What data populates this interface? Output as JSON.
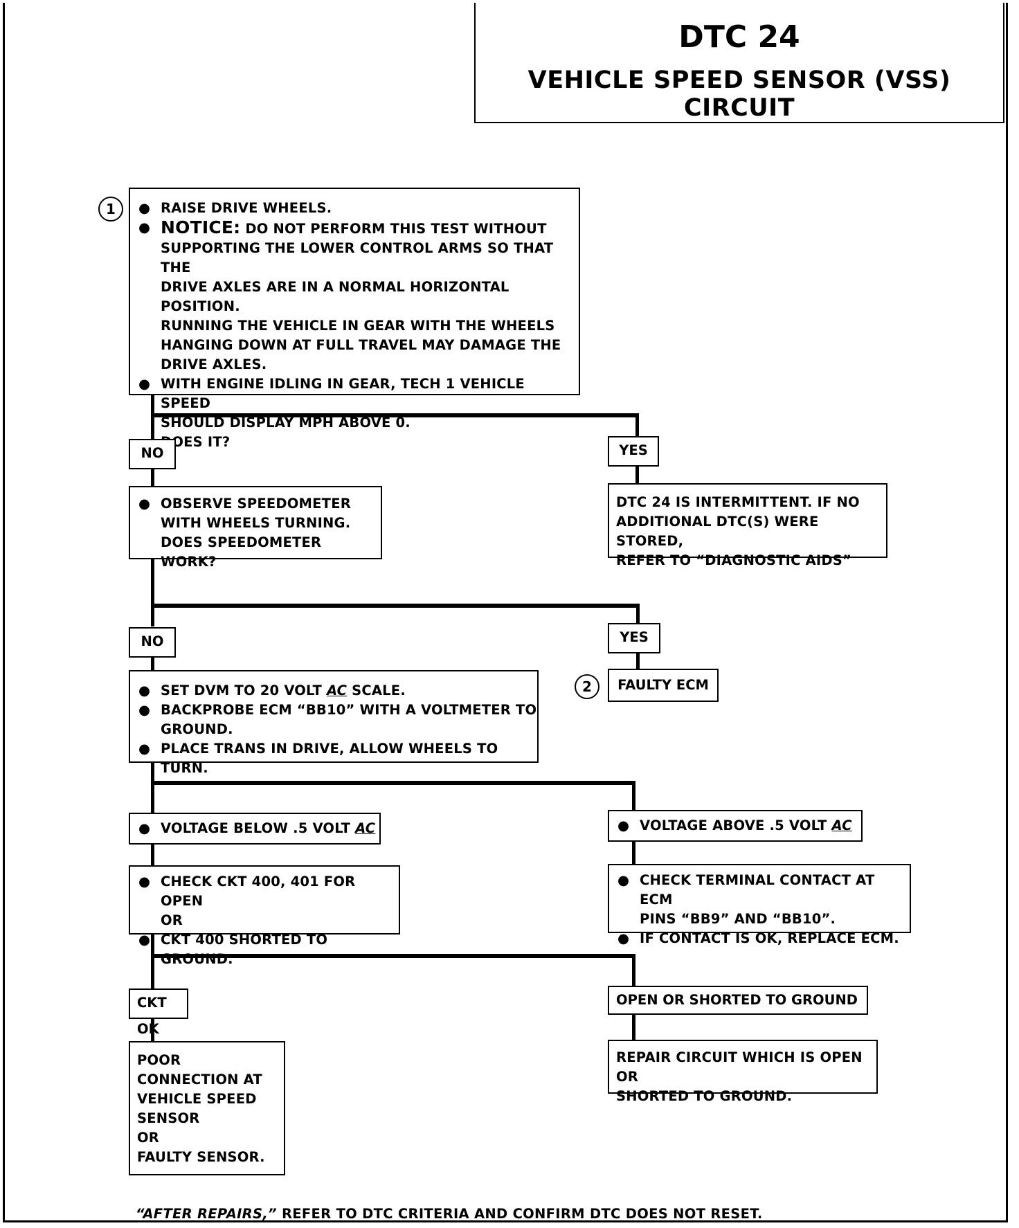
{
  "title": {
    "code": "DTC 24",
    "subtitle": "VEHICLE SPEED SENSOR (VSS) CIRCUIT"
  },
  "step1": {
    "marker": "1",
    "bullet1": "RAISE DRIVE WHEELS.",
    "notice_label": "NOTICE:",
    "notice_line1": "DO NOT PERFORM THIS TEST WITHOUT",
    "notice_lines": [
      "SUPPORTING THE LOWER CONTROL ARMS SO THAT THE",
      "DRIVE AXLES ARE IN A NORMAL HORIZONTAL POSITION.",
      "RUNNING THE VEHICLE IN GEAR WITH THE WHEELS",
      "HANGING DOWN AT FULL TRAVEL MAY DAMAGE THE",
      "DRIVE AXLES."
    ],
    "bullet3_line1": "WITH ENGINE IDLING IN GEAR, TECH 1 VEHICLE SPEED",
    "bullet3_line2": "SHOULD DISPLAY MPH ABOVE 0.",
    "question": "DOES IT?"
  },
  "branch1": {
    "no_label": "NO",
    "yes_label": "YES",
    "yes_result": [
      "DTC 24 IS INTERMITTENT.  IF NO",
      "ADDITIONAL DTC(S) WERE STORED,",
      "REFER TO “DIAGNOSTIC AIDS”"
    ]
  },
  "step2": {
    "lines": [
      "OBSERVE SPEEDOMETER",
      "WITH WHEELS TURNING.",
      "DOES SPEEDOMETER WORK?"
    ]
  },
  "branch2": {
    "no_label": "NO",
    "yes_label": "YES",
    "marker": "2",
    "yes_result": "FAULTY ECM"
  },
  "step3": {
    "bullet1_pre": "SET DVM TO 20 VOLT ",
    "bullet1_ac": "AC",
    "bullet1_post": " SCALE.",
    "bullet2_line1": "BACKPROBE ECM “BB10” WITH A VOLTMETER TO",
    "bullet2_line2": "GROUND.",
    "bullet3": "PLACE TRANS IN DRIVE,  ALLOW WHEELS TO TURN."
  },
  "branch3": {
    "left_pre": "VOLTAGE BELOW .5 VOLT ",
    "left_ac": "AC",
    "right_pre": "VOLTAGE ABOVE .5 VOLT ",
    "right_ac": "AC"
  },
  "step4_left": {
    "bullet1": "CHECK CKT 400, 401 FOR OPEN",
    "or": "OR",
    "bullet2": "CKT 400 SHORTED TO GROUND."
  },
  "step4_right": {
    "bullet1_line1": "CHECK TERMINAL CONTACT AT ECM",
    "bullet1_line2": "PINS “BB9” AND “BB10”.",
    "bullet2": "IF CONTACT IS OK, REPLACE ECM."
  },
  "branch4": {
    "left_label": "CKT OK",
    "right_label": "OPEN OR SHORTED TO GROUND",
    "left_result": [
      "POOR",
      "CONNECTION AT",
      "VEHICLE SPEED",
      "SENSOR",
      "OR",
      "FAULTY SENSOR."
    ],
    "right_result": [
      "REPAIR CIRCUIT WHICH IS OPEN OR",
      "SHORTED TO GROUND."
    ]
  },
  "footer": {
    "italic": "“AFTER REPAIRS,”",
    "rest": " REFER TO DTC CRITERIA AND CONFIRM DTC DOES NOT RESET."
  }
}
